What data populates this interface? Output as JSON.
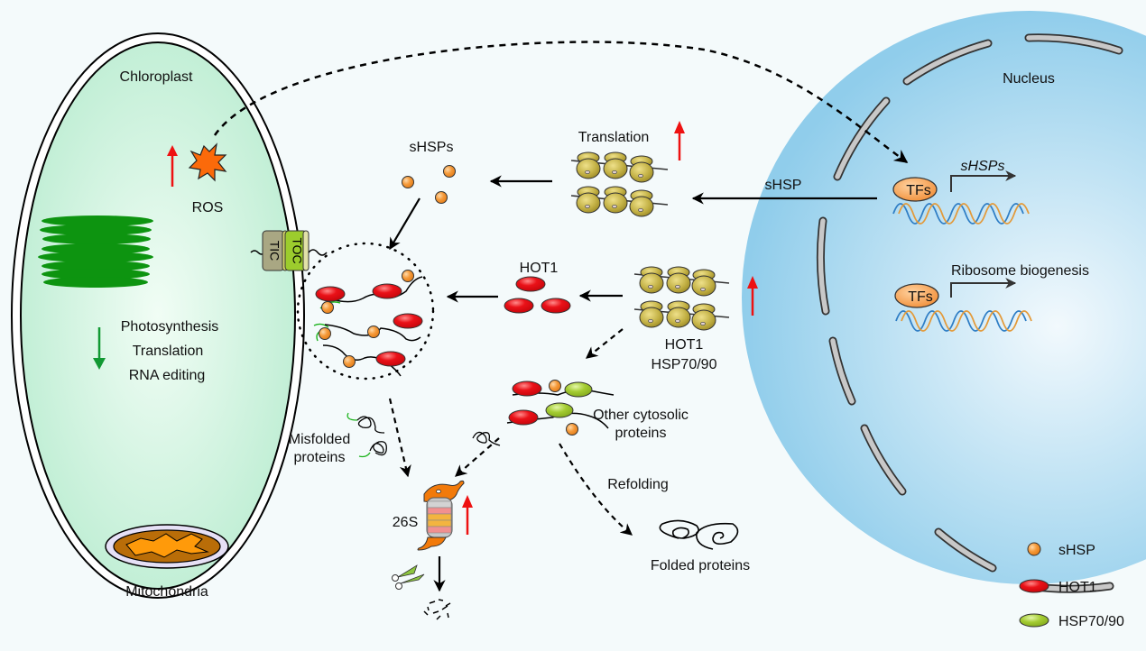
{
  "title": "Heat stress response: chloroplast ROS signaling, sHSP and HOT1 induction, protein quality control",
  "compartments": {
    "chloroplast": "Chloroplast",
    "nucleus": "Nucleus",
    "mitochondria": "Mitochondria"
  },
  "chloroplast": {
    "ros_label": "ROS",
    "ros_trend": "up",
    "decreased_processes": [
      "Photosynthesis",
      "Translation",
      "RNA editing"
    ],
    "decreased_trend": "down",
    "import_complex": {
      "inner": "TIC",
      "outer": "TOC"
    }
  },
  "nucleus": {
    "gene_1": {
      "tf_label": "TFs",
      "target_label": "sHSPs"
    },
    "gene_2": {
      "tf_label": "TFs",
      "target_label": "Ribosome biogenesis"
    }
  },
  "cytosol": {
    "translation_label": "Translation",
    "translation_trend": "up",
    "mrna_label": "sHSP",
    "shsps_label": "sHSPs",
    "hot1_label": "HOT1",
    "hot1_hsp_label_1": "HOT1",
    "hot1_hsp_label_2": "HSP70/90",
    "hot1_hsp_trend": "up",
    "other_cytosolic_1": "Other cytosolic",
    "other_cytosolic_2": "proteins",
    "misfolded_1": "Misfolded",
    "misfolded_2": "proteins",
    "proteasome_label": "26S",
    "proteasome_trend": "up",
    "refolding_label": "Refolding",
    "folded_label": "Folded proteins"
  },
  "legend": [
    {
      "label": "sHSP",
      "color": "#f39a3a",
      "shape": "circle"
    },
    {
      "label": "HOT1",
      "color": "#e8141a",
      "shape": "ellipse"
    },
    {
      "label": "HSP70/90",
      "color": "#9cc62e",
      "shape": "ellipse"
    }
  ],
  "colors": {
    "background": "#f4fafb",
    "chloroplast_fill": "#c6f0d8",
    "nucleus_fill": "#8fcdea",
    "up_arrow": "#ee1111",
    "down_arrow": "#119933",
    "thylakoid": "#0d9410",
    "ribosome": "#b7a53a"
  }
}
